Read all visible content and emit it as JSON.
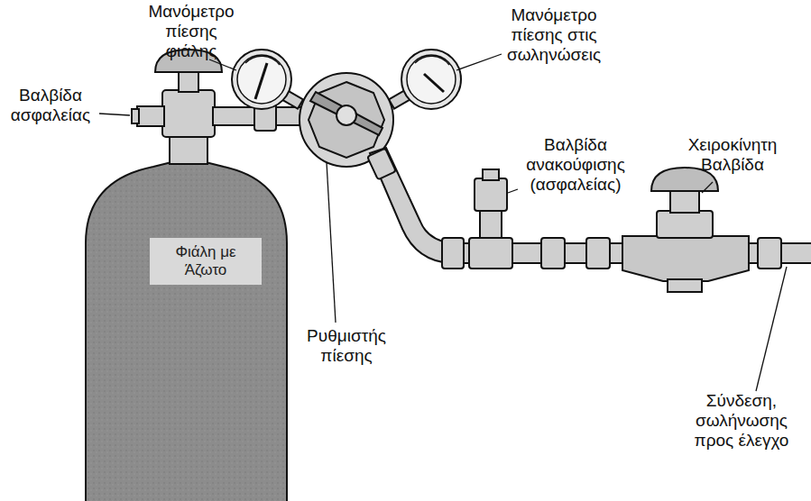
{
  "diagram": {
    "nodes": [
      {
        "text": [
          "Φιάλη με Άζωτο"
        ]
      }
    ],
    "labels": [
      "Μανόμετρο πίεσης φιάλης",
      "Μανόμετρο πίεσης στις σωληνώσεις",
      "Βαλβίδα ασφαλείας",
      "Βαλβίδα ανακούφισης (ασφαλείας)",
      "Χειροκίνητη Βαλβίδα",
      "Ρυθμιστής πίεσης",
      "Σύνδεση, σωλήνωσης προς έλεγχο"
    ]
  }
}
